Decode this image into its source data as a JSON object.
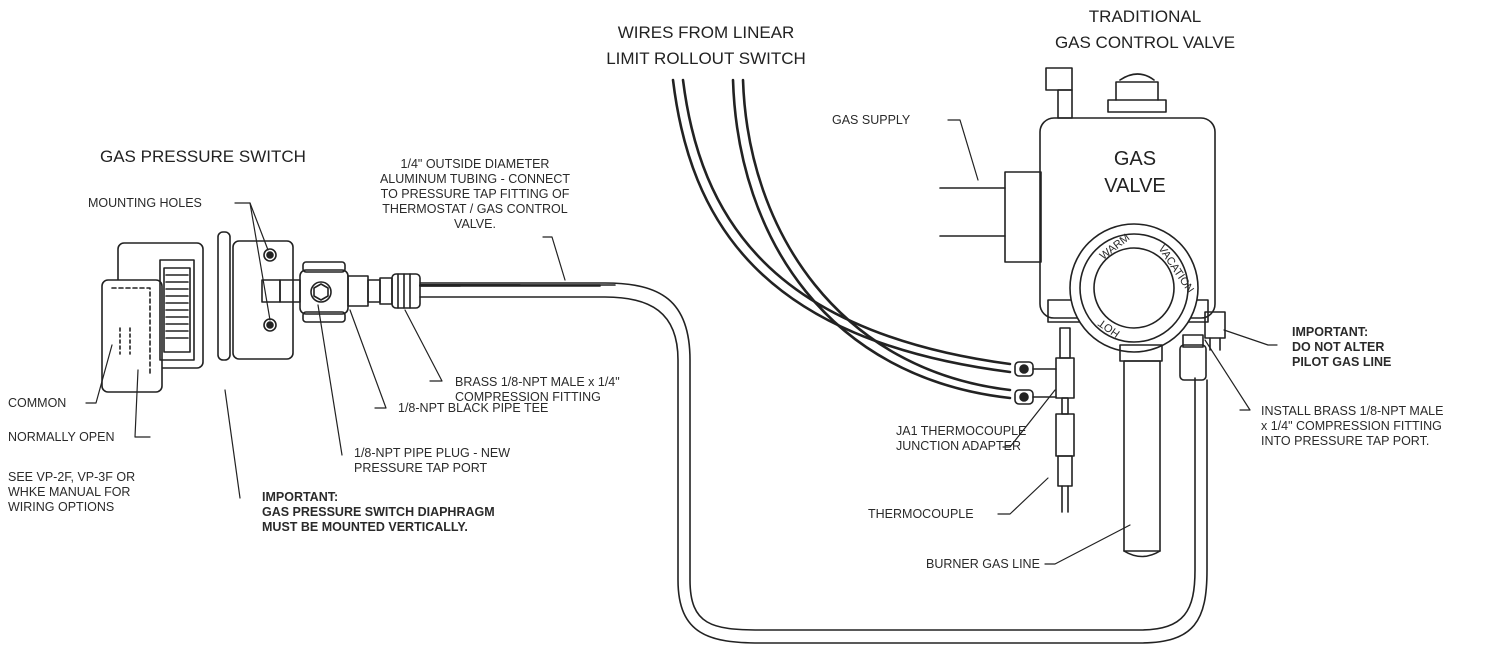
{
  "labels": {
    "gas_pressure_switch": "GAS PRESSURE SWITCH",
    "wires_line1": "WIRES FROM LINEAR",
    "wires_line2": "LIMIT ROLLOUT SWITCH",
    "valve_line1": "TRADITIONAL",
    "valve_line2": "GAS CONTROL VALVE",
    "gas_valve_line1": "GAS",
    "gas_valve_line2": "VALVE",
    "dial_warm": "WARM",
    "dial_vacation": "VACATION",
    "dial_hot": "HOT",
    "mounting_holes": "MOUNTING HOLES",
    "tubing": [
      "1/4\" OUTSIDE DIAMETER",
      "ALUMINUM TUBING - CONNECT",
      "TO PRESSURE TAP FITTING OF",
      "THERMOSTAT / GAS CONTROL",
      "VALVE."
    ],
    "brass_fitting": [
      "BRASS 1/8-NPT MALE x 1/4\"",
      "COMPRESSION FITTING"
    ],
    "pipe_tee": "1/8-NPT BLACK PIPE TEE",
    "pipe_plug": [
      "1/8-NPT PIPE PLUG - NEW",
      "PRESSURE TAP PORT"
    ],
    "common": "COMMON",
    "normally_open": "NORMALLY OPEN",
    "see_manual": [
      "SEE VP-2F, VP-3F OR",
      "WHKE MANUAL FOR",
      "WIRING OPTIONS"
    ],
    "diaphragm": [
      "IMPORTANT:",
      "GAS PRESSURE SWITCH DIAPHRAGM",
      "MUST BE MOUNTED VERTICALLY."
    ],
    "gas_supply": "GAS SUPPLY",
    "junction_adapter": [
      "JA1 THERMOCOUPLE",
      "JUNCTION ADAPTER"
    ],
    "thermocouple": "THERMOCOUPLE",
    "burner_gas_line": "BURNER GAS LINE",
    "pilot": [
      "IMPORTANT:",
      "DO NOT ALTER",
      "PILOT GAS LINE"
    ],
    "install_brass": [
      "INSTALL BRASS 1/8-NPT MALE",
      "x 1/4\" COMPRESSION FITTING",
      "INTO PRESSURE TAP PORT."
    ]
  }
}
